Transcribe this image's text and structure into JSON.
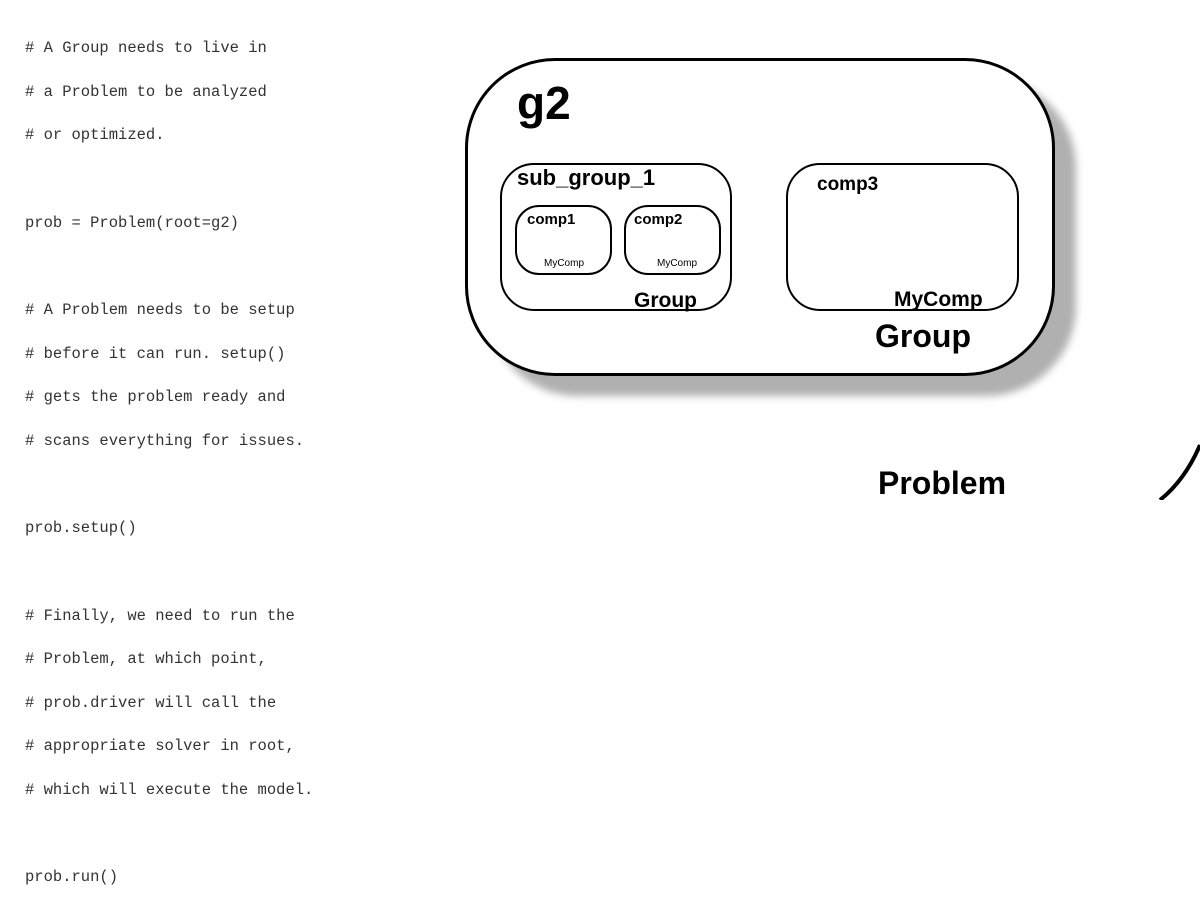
{
  "code": {
    "blocks": [
      [
        "# A Group needs to live in",
        "# a Problem to be analyzed",
        "# or optimized."
      ],
      [
        "prob = Problem(root=g2)"
      ],
      [
        "# A Problem needs to be setup",
        "# before it can run. setup()",
        "# gets the problem ready and",
        "# scans everything for issues."
      ],
      [
        "prob.setup()"
      ],
      [
        "# Finally, we need to run the",
        "# Problem, at which point,",
        "# prob.driver will call the",
        "# appropriate solver in root,",
        "# which will execute the model."
      ],
      [
        "prob.run()"
      ]
    ]
  },
  "diagram": {
    "g2": {
      "title": "g2",
      "type": "Group"
    },
    "sub_group_1": {
      "title": "sub_group_1",
      "type": "Group"
    },
    "comp1": {
      "title": "comp1",
      "type": "MyComp"
    },
    "comp2": {
      "title": "comp2",
      "type": "MyComp"
    },
    "comp3": {
      "title": "comp3",
      "type": "MyComp"
    },
    "problem": {
      "type": "Problem"
    }
  }
}
